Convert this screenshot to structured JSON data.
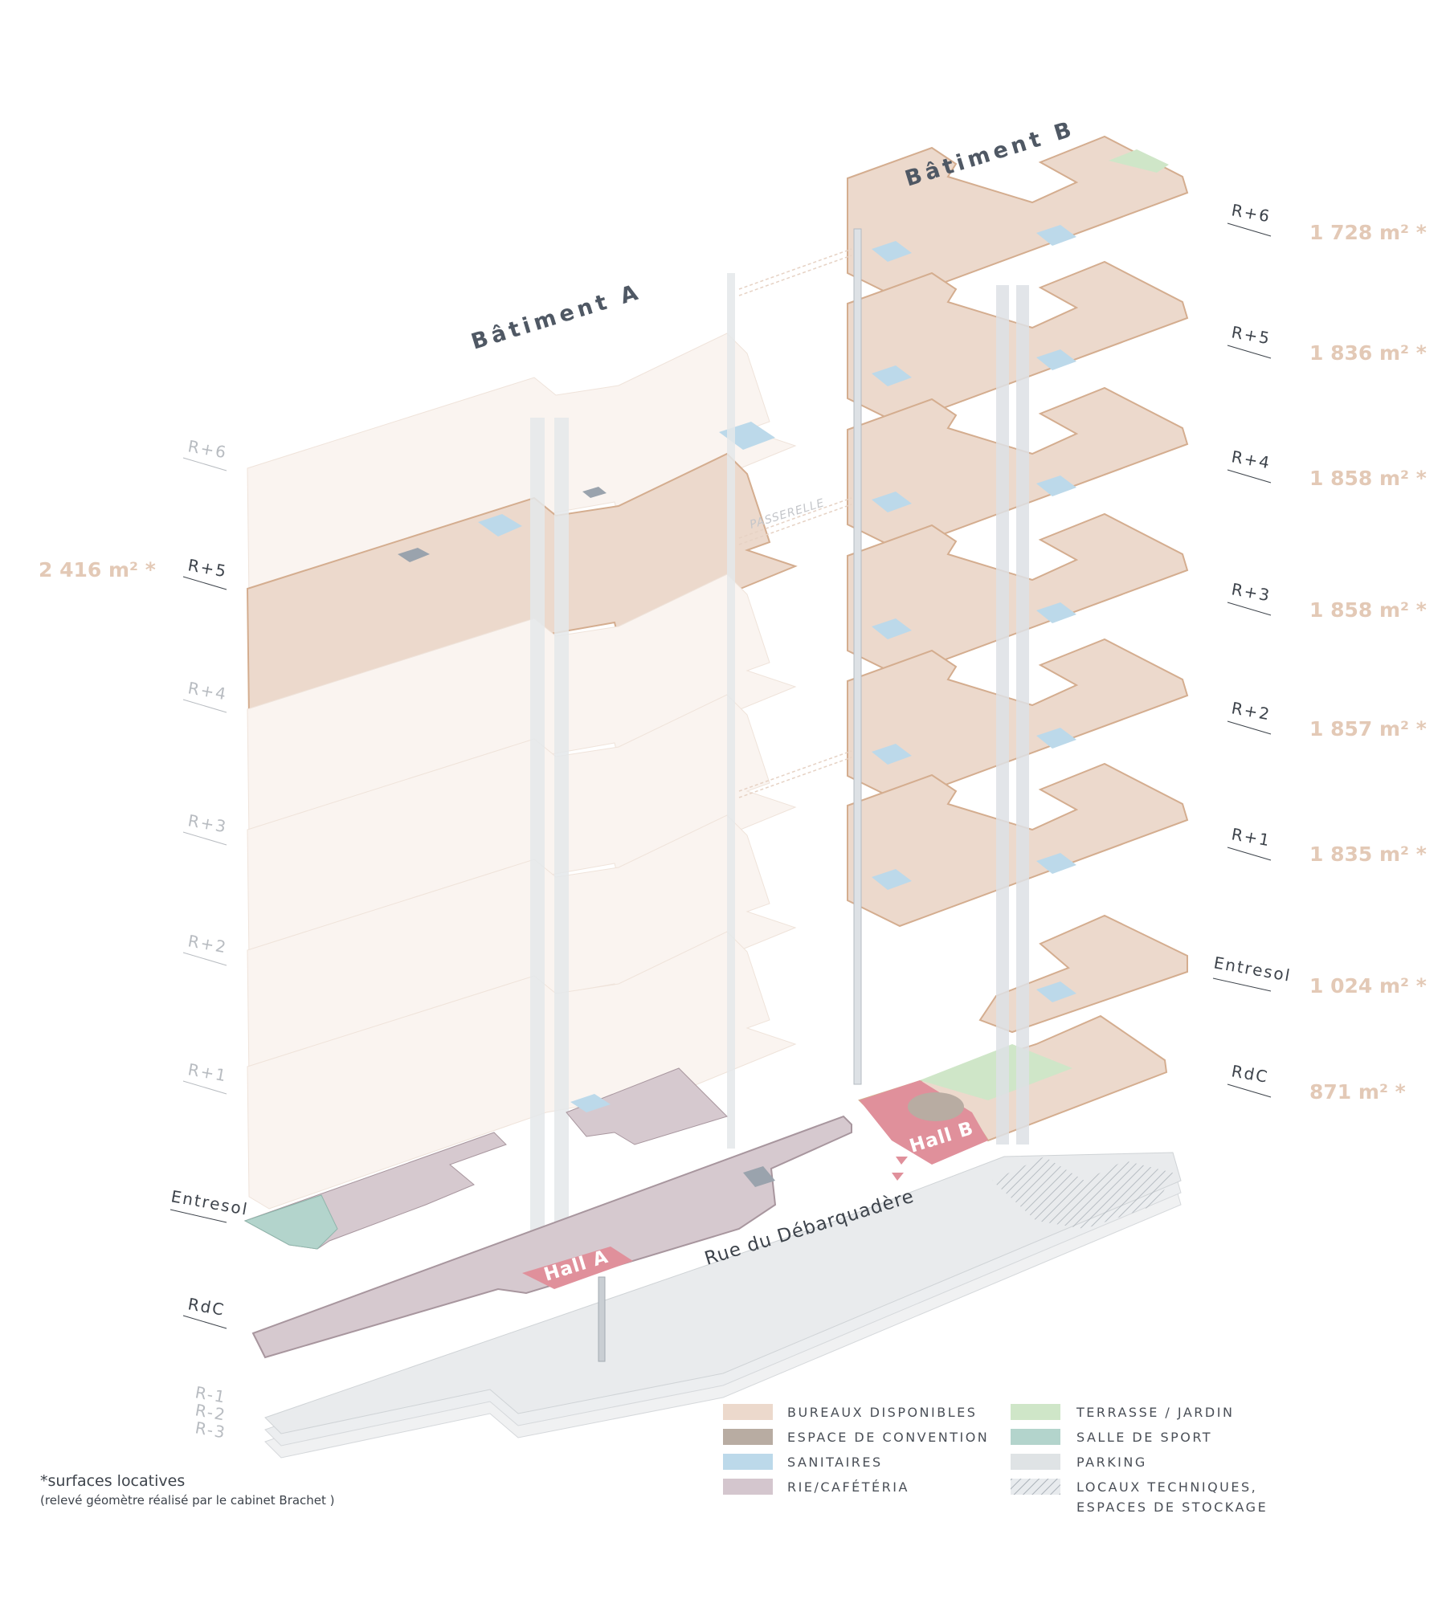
{
  "titles": {
    "building_a": "Bâtiment A",
    "building_b": "Bâtiment B"
  },
  "street": "Rue du Débarquadère",
  "passerelle": "PASSERELLE",
  "halls": {
    "a": "Hall A",
    "b": "Hall B"
  },
  "building_a": {
    "levels": [
      "R+6",
      "R+5",
      "R+4",
      "R+3",
      "R+2",
      "R+1",
      "Entresol",
      "RdC"
    ],
    "highlighted_level": "R+5",
    "highlighted_area": "2 416 m² *"
  },
  "building_b": {
    "levels": [
      {
        "label": "R+6",
        "area": "1 728 m² *"
      },
      {
        "label": "R+5",
        "area": "1 836 m² *"
      },
      {
        "label": "R+4",
        "area": "1 858 m² *"
      },
      {
        "label": "R+3",
        "area": "1 858 m² *"
      },
      {
        "label": "R+2",
        "area": "1 857 m² *"
      },
      {
        "label": "R+1",
        "area": "1 835 m² *"
      },
      {
        "label": "Entresol",
        "area": "1 024 m² *"
      },
      {
        "label": "RdC",
        "area": "871 m² *"
      }
    ]
  },
  "basement_levels": [
    "R-1",
    "R-2",
    "R-3"
  ],
  "legend": [
    {
      "label": "BUREAUX DISPONIBLES",
      "color": "#ecd9cc"
    },
    {
      "label": "ESPACE DE CONVENTION",
      "color": "#b8aca2"
    },
    {
      "label": "SANITAIRES",
      "color": "#bcd9ea"
    },
    {
      "label": "RIE/CAFÉTÉRIA",
      "color": "#d4c6ce"
    },
    {
      "label": "TERRASSE / JARDIN",
      "color": "#cfe6c8"
    },
    {
      "label": "SALLE DE SPORT",
      "color": "#b3d4cc"
    },
    {
      "label": "PARKING",
      "color": "#dfe3e5"
    },
    {
      "label": "LOCAUX TECHNIQUES,",
      "label2": "ESPACES DE STOCKAGE",
      "color": "#c9ced3",
      "pattern": "hatch"
    }
  ],
  "footnote": {
    "line1": "*surfaces locatives",
    "line2": "(relevé géomètre réalisé par le cabinet Brachet )"
  },
  "colors": {
    "office": "#ecd9cc",
    "office_edge": "#d4ad8f",
    "office_faded": "#faf4f0",
    "rie": "#d6c9cf",
    "rie_edge": "#a8969e",
    "hall": "#e0909b",
    "parking": "#e9ebed",
    "area_text": "#e3c9b6",
    "label_text": "#3d434b",
    "label_faded": "#b8bcc1"
  }
}
